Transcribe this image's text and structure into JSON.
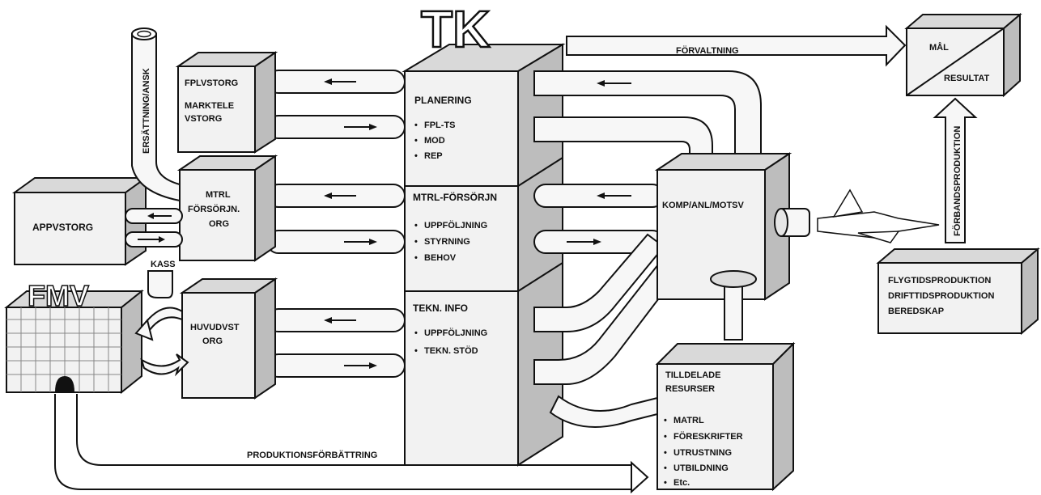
{
  "tk": {
    "title": "TK"
  },
  "fmv": {
    "title": "FMV"
  },
  "boxes": {
    "fplvstorg": "FPLVSTORG",
    "marktele_1": "MARKTELE",
    "marktele_2": "VSTORG",
    "mtrl_org_1": "MTRL",
    "mtrl_org_2": "FÖRSÖRJN.",
    "mtrl_org_3": "ORG",
    "appvstorg": "APPVSTORG",
    "huvudvst_1": "HUVUDVST",
    "huvudvst_2": "ORG",
    "komp": "KOMP/ANL/MOTSV",
    "mal": "MÅL",
    "resultat": "RESULTAT",
    "tilldelade_1": "TILLDELADE",
    "tilldelade_2": "RESURSER",
    "flygtid": "FLYGTIDSPRODUKTION",
    "drifttid": "DRIFTTIDSPRODUKTION",
    "beredskap": "BEREDSKAP"
  },
  "tk_sections": [
    {
      "title": "PLANERING",
      "items": [
        "FPL-TS",
        "MOD",
        "REP"
      ]
    },
    {
      "title": "MTRL-FÖRSÖRJN",
      "items": [
        "UPPFÖLJNING",
        "STYRNING",
        "BEHOV"
      ]
    },
    {
      "title": "TEKN. INFO",
      "items": [
        "UPPFÖLJNING",
        "TEKN. STÖD"
      ]
    }
  ],
  "resurser_items": [
    "MATRL",
    "FÖRESKRIFTER",
    "UTRUSTNING",
    "UTBILDNING",
    "Etc."
  ],
  "flows": {
    "forvaltning": "FÖRVALTNING",
    "forbandsproduktion": "FÖRBANDSPRODUKTION",
    "produktionsforbattring": "PRODUKTIONSFÖRBÄTTRING",
    "ersattning": "ERSÄTTNING/ANSK",
    "kass": "KASS"
  },
  "bullet": "•"
}
